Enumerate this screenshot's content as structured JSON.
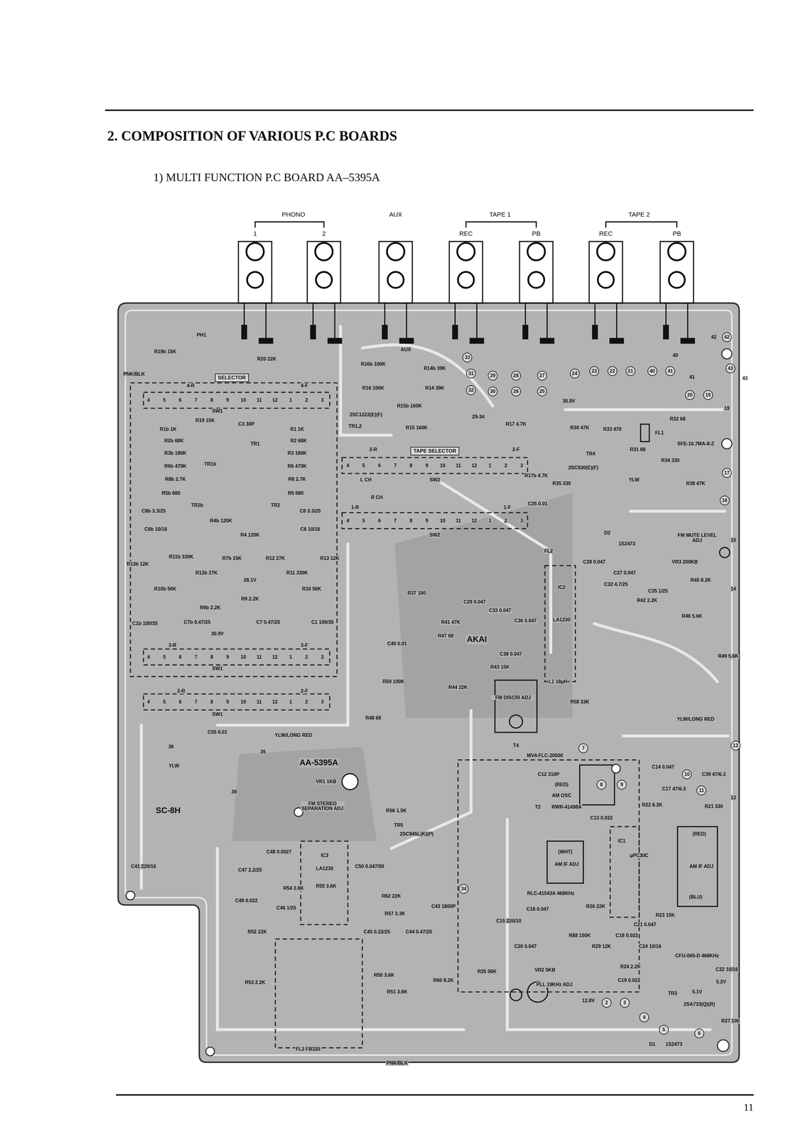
{
  "diagram": {
    "title": "2. COMPOSITION OF VARIOUS P.C BOARDS",
    "nodes": [
      {
        "text": [
          "SELECTOR"
        ]
      },
      {
        "text": [
          "TAPE SELECTOR"
        ]
      }
    ],
    "labels": [
      "4",
      "5",
      "6",
      "7",
      "8",
      "9",
      "10",
      "11",
      "12",
      "1",
      "2",
      "3",
      "4",
      "5",
      "6",
      "7",
      "8",
      "9",
      "10",
      "11",
      "12",
      "1",
      "2",
      "3",
      "4",
      "5",
      "6",
      "7",
      "8",
      "9",
      "10",
      "11",
      "12",
      "1",
      "2",
      "3",
      "4",
      "5",
      "6",
      "7",
      "8",
      "9",
      "10",
      "11",
      "12",
      "1",
      "2",
      "3",
      "4",
      "5",
      "6",
      "7",
      "8",
      "9",
      "10",
      "11",
      "12",
      "1",
      "2",
      "3",
      "1) MULTI FUNCTION P.C BOARD AA–5395A",
      "11",
      "PHONO",
      "1",
      "2",
      "AUX",
      "TAPE 1",
      "REC",
      "PB",
      "TAPE 2",
      "REC",
      "PB",
      "PH1",
      "R19b 15K",
      "PNK/BLK",
      "R20 22K",
      "4-R",
      "4-F",
      "SW1",
      "R19 15K",
      "R1b 1K",
      "R1 1K",
      "R2b 68K",
      "R2 68K",
      "R3b 180K",
      "R3 180K",
      "R6b 470K",
      "R6 470K",
      "R8b 2.7K",
      "R8 2.7K",
      "R5b 680",
      "R5 680",
      "TR2b",
      "TR2",
      "TR1b",
      "TR1",
      "C3 30P",
      "C8b 3.3/25",
      "C8 3.3/25",
      "C6b 10/16",
      "C6 10/16",
      "R4b 120K",
      "R4 120K",
      "R13b 12K",
      "R11b 330K",
      "R12b 27K",
      "R7b 15K",
      "R12 27K",
      "R11 330K",
      "R13 12K",
      "28.1V",
      "R10b 56K",
      "R10 56K",
      "R9b 2.2K",
      "R9 2.2K",
      "C1b 100/35",
      "C7b 0.47/25",
      "C7 0.47/25",
      "C1 100/35",
      "30.9V",
      "3-R",
      "3-F",
      "SW1",
      "2-R",
      "2-F",
      "SW1",
      "R16b 100K",
      "AUX",
      "R16 100K",
      "R14b 39K",
      "R14 39K",
      "R15b 160K",
      "R15 160K",
      "TR1,2",
      "2SC1222(E)(F)",
      "2-R",
      "2-F",
      "L CH",
      "SW2",
      "R CH",
      "1-R",
      "1-F",
      "SW2",
      "R17 4.7K",
      "29-34",
      "R17b 4.7K",
      "30.9V",
      "R30 47K",
      "R33 470",
      "R32 68",
      "FL1",
      "SFE-10.7MA-8-Z",
      "R31 68",
      "R34 330",
      "TR4",
      "2SC930(E)(F)",
      "R35 330",
      "YLW",
      "R38 47K",
      "C25 0.01",
      "FL2",
      "D2",
      "1S2473",
      "C28 0.047",
      "C27 0.047",
      "FM MUTE LEVEL ADJ",
      "VR3 200KB",
      "C32 4.7/25",
      "C35 1/25",
      "R45 8.2K",
      "R42 2.2K",
      "R46 5.6K",
      "R49 5.6K",
      "IC2",
      "LA1230",
      "R37 100",
      "C29 0.047",
      "C33 0.047",
      "C36 0.047",
      "R41 47K",
      "R47 68",
      "AKAI",
      "C38 0.047",
      "R43 15K",
      "C40 0.01",
      "R59 100K",
      "R44 22K",
      "FM DISCRI ADJ",
      "L1 18μH",
      "R58 33K",
      "T4",
      "MV4-FLC-20000",
      "YLW/LONG RED",
      "YLW/LONG RED",
      "C55 0.01",
      "R48 68",
      "AA-5395A",
      "VR1 1KB",
      "FM STEREO SEPARATION ADJ",
      "36",
      "35",
      "39",
      "YLW",
      "SC-8H",
      "R56 1.5K",
      "TR5",
      "2SC945L(K)(P)",
      "C41 220/16",
      "C48 0.0027",
      "IC3",
      "LA1230",
      "C47 2.2/25",
      "R54 3.6K",
      "R55 3.6K",
      "C49 0.022",
      "C46 1/25",
      "C50 0.047/50",
      "R62 22K",
      "R57 3.3K",
      "C45 0.22/25",
      "C44 0.47/25",
      "C43 1800P",
      "R52 22K",
      "R53 2.2K",
      "R50 3.6K",
      "R51 3.6K",
      "R60 8.2K",
      "FL3 FB320",
      "PNK/BLK",
      "R25 56K",
      "VR2 5KB",
      "PLL 19KHz ADJ",
      "12.8V",
      "C12 310P",
      "(RED)",
      "AM OSC",
      "T2",
      "RWR-41498A",
      "C13 0.022",
      "C14 0.047",
      "C17 47/6.3",
      "C39 47/6.3",
      "R22 8.2K",
      "R21 330",
      "(WHT)",
      "AM IF ADJ",
      "RLC-41543A 468KHz",
      "R26 22K",
      "IC1",
      "μPC30C",
      "(RED)",
      "AM IF ADJ",
      "(BLU)",
      "R23 15K",
      "C15 220/10",
      "C16 0.047",
      "C20 0.047",
      "R88 150K",
      "R29 12K",
      "C18 0.022",
      "C21 0.047",
      "C24 10/16",
      "CFU-065-D 468KHz",
      "C22 10/16",
      "R24 2.2K",
      "C19 0.022",
      "5.2V",
      "TR3",
      "5.1V",
      "2SA733(Q)(R)",
      "R27 100",
      "D1",
      "1S2473",
      "33",
      "31",
      "32",
      "29",
      "30",
      "28",
      "26",
      "27",
      "25",
      "24",
      "23",
      "22",
      "21",
      "40",
      "41",
      "40",
      "41",
      "20",
      "19",
      "19",
      "42",
      "42",
      "43",
      "43",
      "17",
      "16",
      "15",
      "14",
      "13",
      "12",
      "11",
      "10",
      "9",
      "8",
      "7",
      "34",
      "2",
      "3",
      "4",
      "5",
      "6"
    ]
  }
}
